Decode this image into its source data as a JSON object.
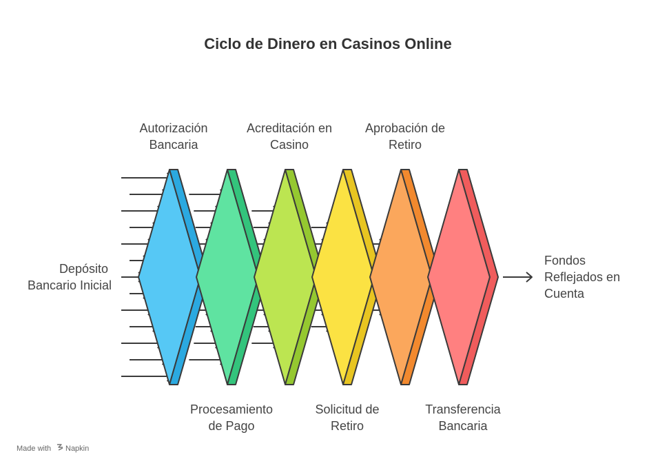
{
  "title": "Ciclo de Dinero en Casinos Online",
  "input_label": [
    "Depósito",
    "Bancario Inicial"
  ],
  "output_label": [
    "Fondos",
    "Reflejados en",
    "Cuenta"
  ],
  "stages": [
    {
      "label": [
        "Autorización",
        "Bancaria"
      ],
      "position": "top",
      "color": "#56c8f5",
      "edge": "#2ba9e0",
      "arrows_in": 13
    },
    {
      "label": [
        "Procesamiento",
        "de Pago"
      ],
      "position": "bottom",
      "color": "#5fe3a1",
      "edge": "#33c47c",
      "arrows_in": 11
    },
    {
      "label": [
        "Acreditación en",
        "Casino"
      ],
      "position": "top",
      "color": "#bce551",
      "edge": "#95c830",
      "arrows_in": 9
    },
    {
      "label": [
        "Solicitud de",
        "Retiro"
      ],
      "position": "bottom",
      "color": "#fbe243",
      "edge": "#e8c521",
      "arrows_in": 7
    },
    {
      "label": [
        "Aprobación de",
        "Retiro"
      ],
      "position": "top",
      "color": "#fba75c",
      "edge": "#f2892e",
      "arrows_in": 5
    },
    {
      "label": [
        "Transferencia",
        "Bancaria"
      ],
      "position": "bottom",
      "color": "#ff8080",
      "edge": "#f05c5c",
      "arrows_in": 3
    }
  ],
  "footer": {
    "made_with": "Made with",
    "brand": "Napkin"
  }
}
